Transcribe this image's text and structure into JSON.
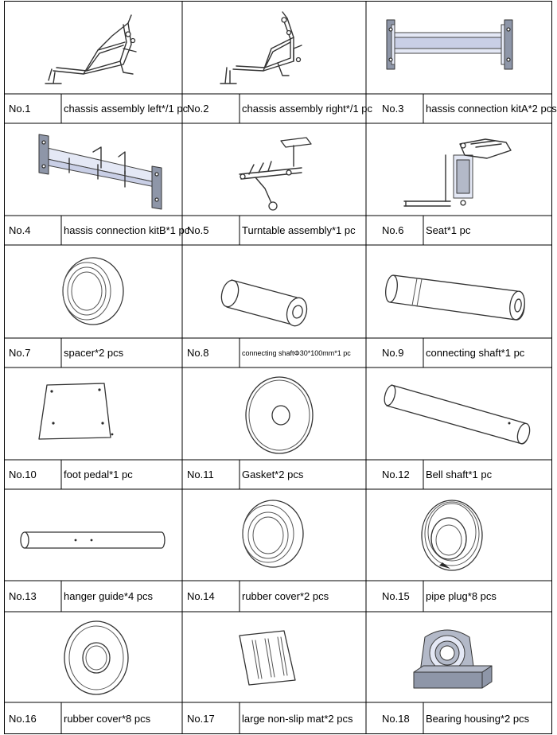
{
  "parts": [
    {
      "no": "No.1",
      "name": "chassis assembly left*/1 pc",
      "icon": "chassis-left-drawing"
    },
    {
      "no": "No.2",
      "name": "chassis assembly right*/1 pc",
      "icon": "chassis-right-drawing"
    },
    {
      "no": "No.3",
      "name": "hassis connection kitA*2 pcs",
      "icon": "connection-kit-a-drawing"
    },
    {
      "no": "No.4",
      "name": "hassis connection kitB*1 pc",
      "icon": "connection-kit-b-drawing"
    },
    {
      "no": "No.5",
      "name": "Turntable assembly*1 pc",
      "icon": "turntable-drawing"
    },
    {
      "no": "No.6",
      "name": "Seat*1 pc",
      "icon": "seat-drawing"
    },
    {
      "no": "No.7",
      "name": "spacer*2 pcs",
      "icon": "spacer-drawing"
    },
    {
      "no": "No.8",
      "name": "connecting shaftΦ30*100mm*1 pc",
      "icon": "connecting-shaft-short-drawing"
    },
    {
      "no": "No.9",
      "name": "connecting shaft*1 pc",
      "icon": "connecting-shaft-drawing"
    },
    {
      "no": "No.10",
      "name": "foot pedal*1 pc",
      "icon": "foot-pedal-drawing"
    },
    {
      "no": "No.11",
      "name": "Gasket*2 pcs",
      "icon": "gasket-drawing"
    },
    {
      "no": "No.12",
      "name": "Bell shaft*1 pc",
      "icon": "bell-shaft-drawing"
    },
    {
      "no": "No.13",
      "name": "hanger guide*4 pcs",
      "icon": "hanger-guide-drawing"
    },
    {
      "no": "No.14",
      "name": "rubber cover*2 pcs",
      "icon": "rubber-cover-drawing"
    },
    {
      "no": "No.15",
      "name": "pipe plug*8 pcs",
      "icon": "pipe-plug-drawing"
    },
    {
      "no": "No.16",
      "name": "rubber cover*8 pcs",
      "icon": "rubber-ring-drawing"
    },
    {
      "no": "No.17",
      "name": "large non-slip mat*2 pcs",
      "icon": "non-slip-mat-drawing"
    },
    {
      "no": "No.18",
      "name": "Bearing housing*2 pcs",
      "icon": "bearing-housing-drawing"
    }
  ]
}
